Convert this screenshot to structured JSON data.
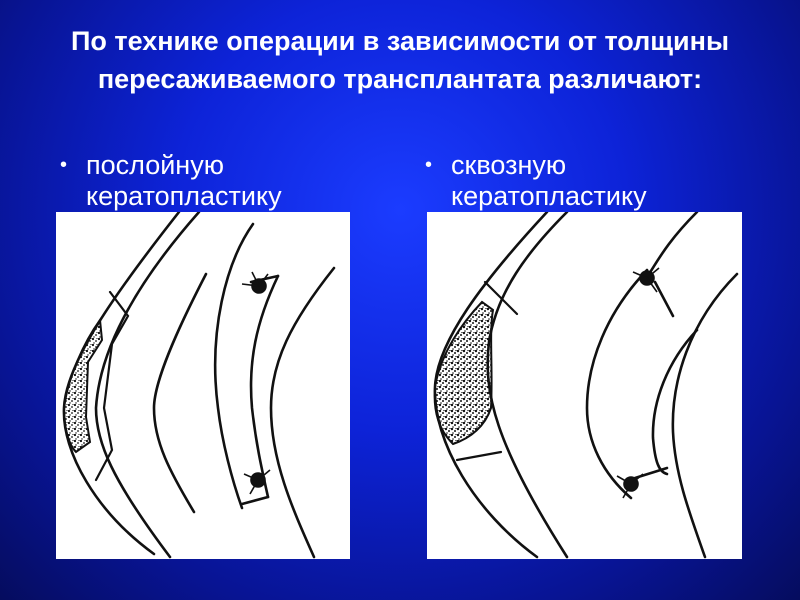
{
  "slide": {
    "title": "По технике операции в зависимости от толщины пересаживаемого трансплантата различают:",
    "bullets": [
      {
        "marker": "•",
        "text": "послойную кератопластику"
      },
      {
        "marker": "•",
        "text": "сквозную кератопластику"
      }
    ]
  },
  "colors": {
    "background": "#0d23d8",
    "text": "#ffffff",
    "diagram_background": "#ffffff",
    "diagram_ink": "#111111"
  }
}
